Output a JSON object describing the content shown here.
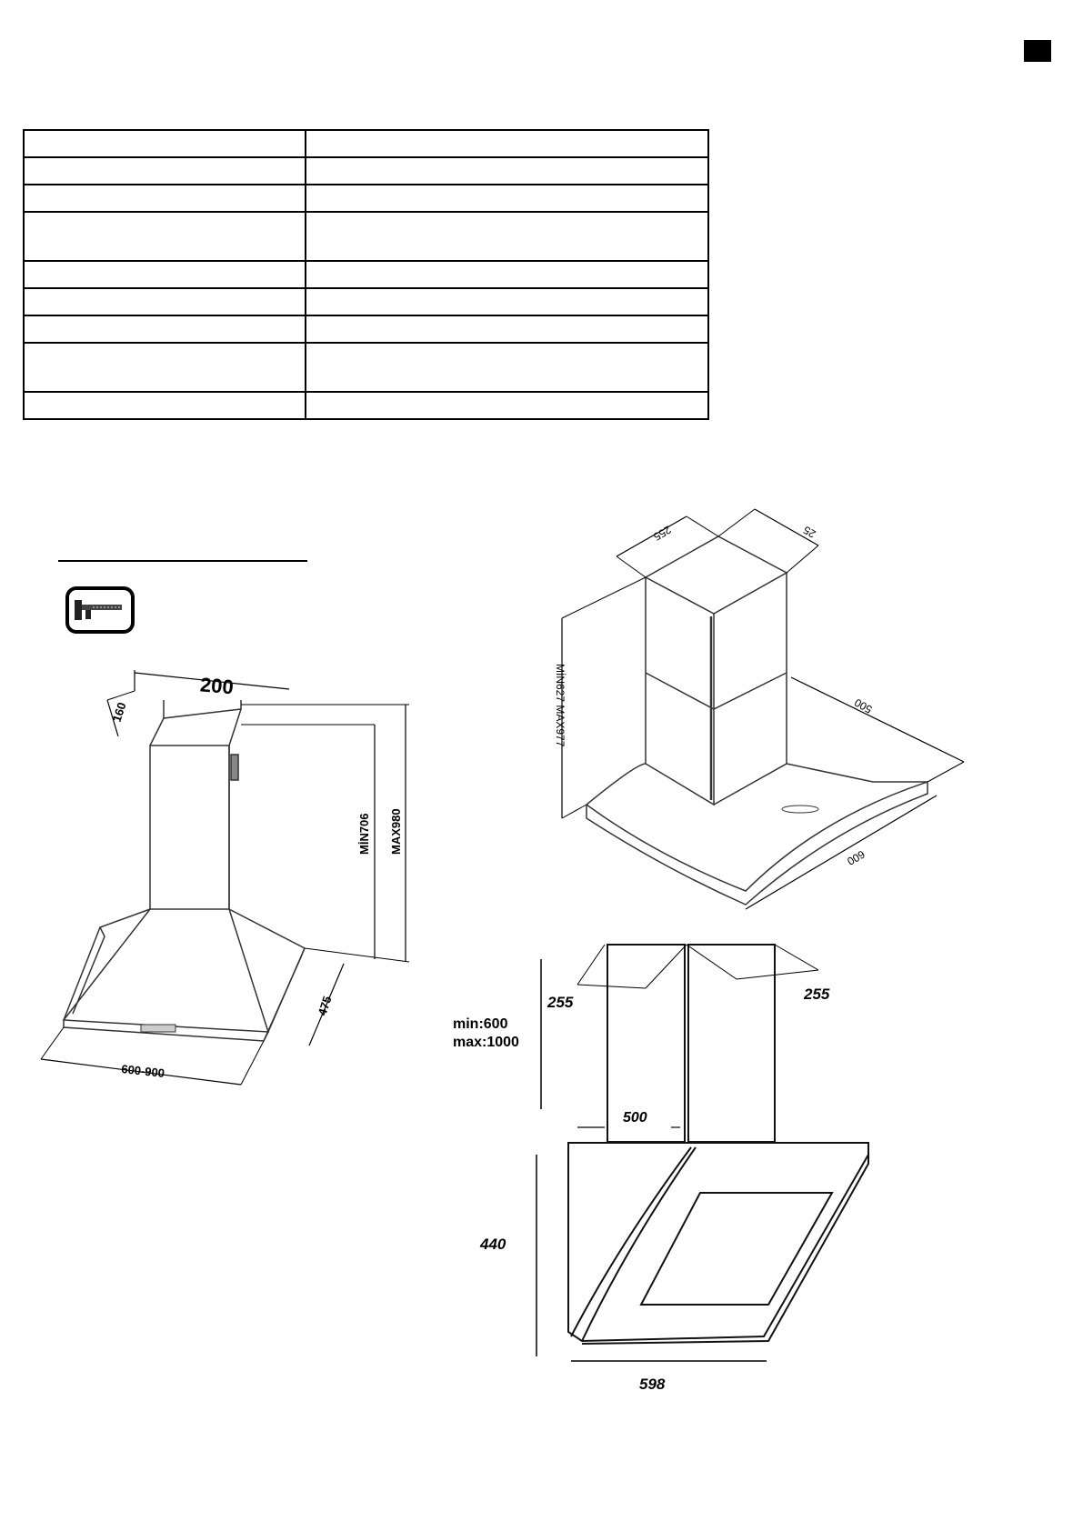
{
  "spec_table": {
    "rows": [
      [
        "",
        ""
      ],
      [
        "",
        ""
      ],
      [
        "",
        ""
      ],
      [
        "",
        ""
      ],
      [
        "",
        ""
      ],
      [
        "",
        ""
      ],
      [
        "",
        ""
      ],
      [
        "",
        ""
      ],
      [
        "",
        ""
      ]
    ]
  },
  "icons": {
    "corner_tab": "black-square-icon",
    "measure": "caliper-icon"
  },
  "drawing_1": {
    "width_top": "200",
    "depth_top": "160",
    "min_height": "MİN706",
    "max_height": "MAX980",
    "depth": "475",
    "width": "600-900"
  },
  "drawing_2": {
    "chimney_depth": "255",
    "chimney_width": "25",
    "height_range": "MİN627 MAX977",
    "depth": "500",
    "width": "600"
  },
  "drawing_3": {
    "left_255": "255",
    "right_255": "255",
    "height_min": "min:600",
    "height_max": "max:1000",
    "chimney_width": "500",
    "body_height": "440",
    "width": "598"
  }
}
